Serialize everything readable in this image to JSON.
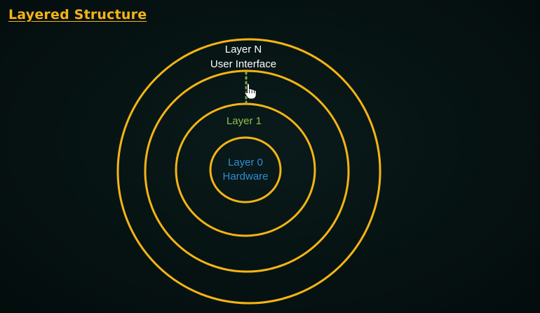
{
  "title": "Layered Structure",
  "colors": {
    "ring": "#f5b414",
    "title": "#f5b414",
    "outer_label": "#ffffff",
    "layer1_label": "#8fc04a",
    "core_label": "#2d8fd8",
    "connector": "#7ab04a"
  },
  "layers": {
    "outer": {
      "name": "Layer N",
      "sub": "User Interface"
    },
    "middle": {
      "name": "Layer 1"
    },
    "core": {
      "name": "Layer 0",
      "sub": "Hardware"
    }
  },
  "cursor_icon": "hand-pointer-icon"
}
